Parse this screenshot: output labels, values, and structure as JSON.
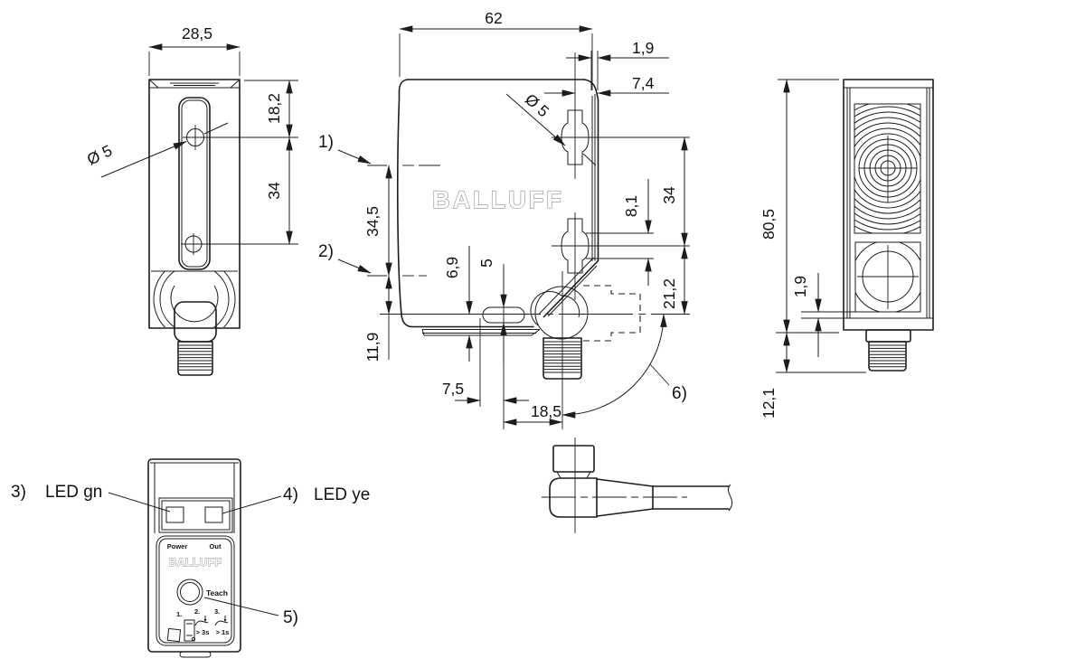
{
  "side_view": {
    "width": "28,5",
    "hole_dia": "Ø 5",
    "top_to_hole": "18,2",
    "hole_to_hole": "34"
  },
  "main_view": {
    "logo": "BALLUFF",
    "width": "62",
    "front_thickness": "1,9",
    "hole_to_front": "7,4",
    "hole_dia": "Ø 5",
    "callout_1": "1)",
    "callout_2": "2)",
    "ref_span": "34,5",
    "ref_to_axis": "11,9",
    "axis_to_bottom": "6,9",
    "slot_height": "5",
    "hole_waist": "8,1",
    "hole_to_hole": "34",
    "hole_to_axis": "21,2",
    "slot_offset": "7,5",
    "slot_to_connector": "18,5",
    "callout_6": "6)"
  },
  "front_view": {
    "height": "80,5",
    "cap_thickness": "1,9",
    "connector_length": "12,1"
  },
  "panel_view": {
    "callout_3": "3)",
    "led_green_label": "LED gn",
    "callout_4": "4)",
    "led_yellow_label": "LED ye",
    "callout_5": "5)",
    "power_label": "Power",
    "out_label": "Out",
    "logo": "BALLUFF",
    "teach_label": "Teach",
    "step_1": "1.",
    "step_2": "2.",
    "step_3": "3.",
    "hold_3s": "&gt; 3s",
    "hold_1s": "&gt; 1s"
  }
}
